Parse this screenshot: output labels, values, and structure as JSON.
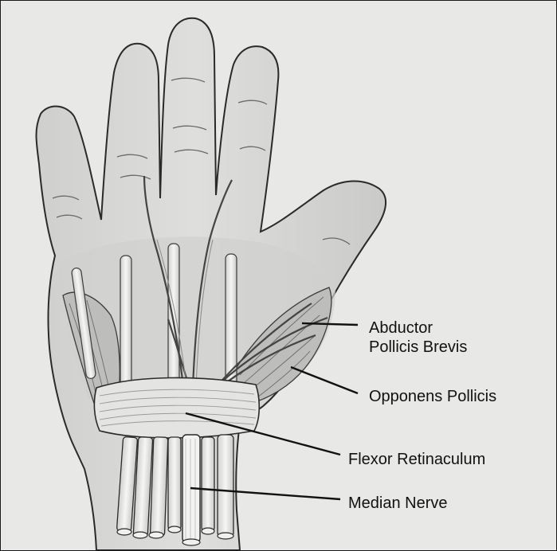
{
  "labels": {
    "abductor_line1": "Abductor",
    "abductor_line2": "Pollicis Brevis",
    "opponens": "Opponens Pollicis",
    "flexor": "Flexor Retinaculum",
    "median": "Median Nerve"
  },
  "colors": {
    "background": "#e8e8e6",
    "hand_fill": "#d9d9d7",
    "outline": "#2a2a2a",
    "muscle": "#bfbfbd",
    "tendon": "#f1f1ef",
    "nerve": "#a9a9a7"
  }
}
